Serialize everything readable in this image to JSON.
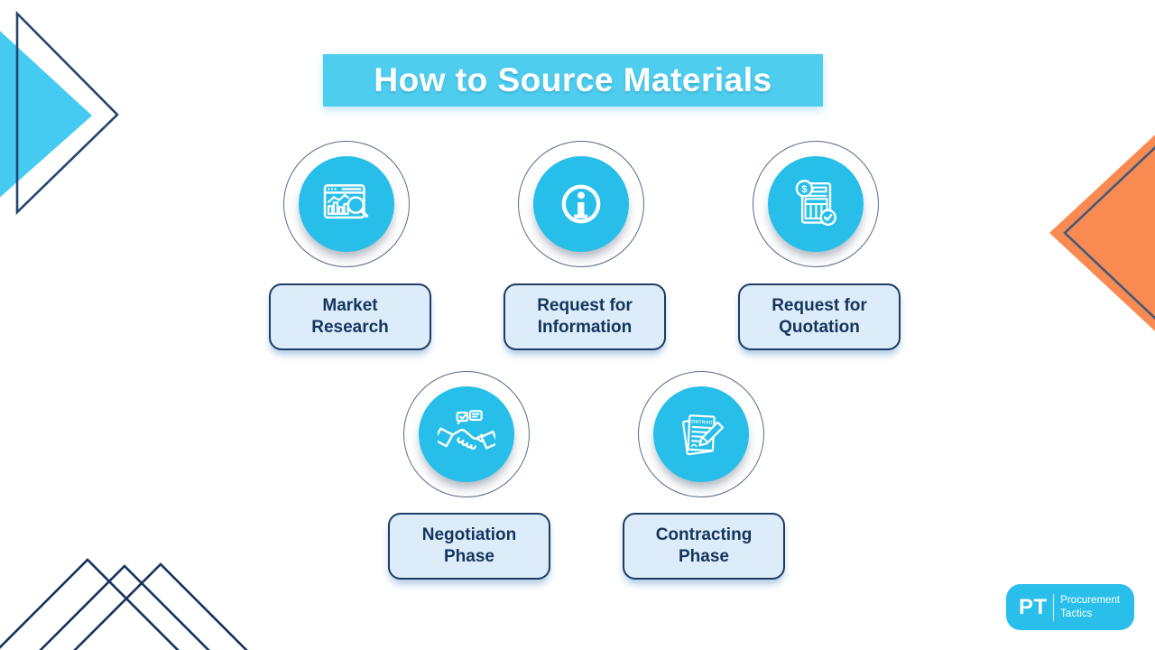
{
  "title": "How to Source Materials",
  "steps": [
    {
      "id": "market-research",
      "line1": "Market",
      "line2": "Research"
    },
    {
      "id": "request-information",
      "line1": "Request for",
      "line2": "Information"
    },
    {
      "id": "request-quotation",
      "line1": "Request for",
      "line2": "Quotation"
    },
    {
      "id": "negotiation-phase",
      "line1": "Negotiation",
      "line2": "Phase"
    },
    {
      "id": "contracting-phase",
      "line1": "Contracting",
      "line2": "Phase"
    }
  ],
  "icons": {
    "market_research": "market-research-icon",
    "information": "info-icon",
    "quotation": "quotation-icon",
    "negotiation": "handshake-icon",
    "contracting": "contract-icon",
    "quotation_currency": "$",
    "contract_heading": "CONTRACT"
  },
  "logo": {
    "monogram": "PT",
    "name_line1": "Procurement",
    "name_line2": "Tactics"
  },
  "colors": {
    "accent_cyan": "#27bfe9",
    "title_bar": "#4ecdee",
    "label_fill": "#dcecf8",
    "navy": "#15345e",
    "deco_navy": "#24456f",
    "deco_cyan": "#45cbf1",
    "deco_orange": "#f98b52"
  }
}
